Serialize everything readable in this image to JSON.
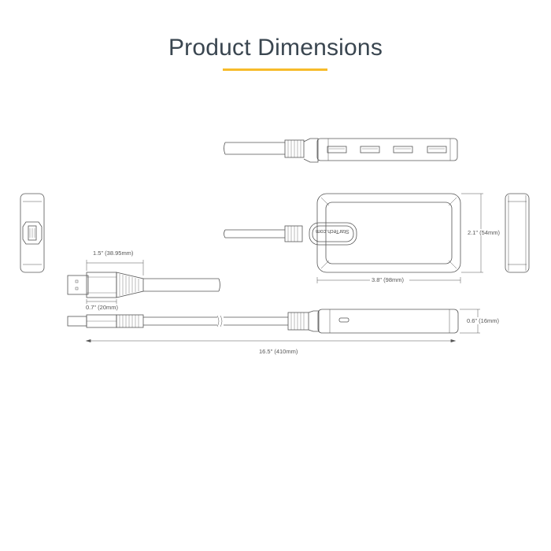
{
  "header": {
    "title": "Product Dimensions",
    "accent_color": "#f7bb2a"
  },
  "diagram": {
    "brand_logo": "StarTech.com",
    "views": [
      "top-view-usb-ports",
      "top-view-hub-body",
      "left-end-view-usb-a",
      "right-end-view",
      "connector-detail",
      "side-view-full-length"
    ],
    "port_count": 4,
    "line_color": "#555555"
  },
  "dimensions": {
    "width": "3.8\" (98mm)",
    "depth": "2.1\" (54mm)",
    "height": "0.6\" (16mm)",
    "connector_length": "1.5\" (38.95mm)",
    "plug_length": "0.7\" (20mm)",
    "total_length": "16.5\" (410mm)"
  }
}
